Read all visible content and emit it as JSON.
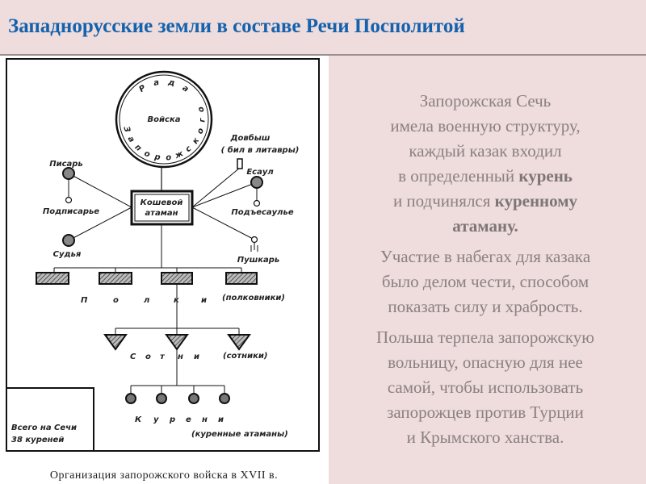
{
  "title": "Западнорусские  земли в составе Речи Посполитой",
  "diagram": {
    "rada": [
      "Р",
      "а",
      "д",
      "а"
    ],
    "voiska": "Войска",
    "zaporozh": [
      "З",
      "а",
      "п",
      "о",
      "р",
      "о",
      "ж",
      "с",
      "к",
      "о",
      "г",
      "о"
    ],
    "koshevoy": [
      "Кошевой",
      "атаман"
    ],
    "pisar": "Писарь",
    "podpisarye": "Подписарье",
    "sudya": "Судья",
    "dovbysh": [
      "Довбыш",
      "( бил в литавры)"
    ],
    "esaul": "Есаул",
    "podesaulye": "Подъесаулье",
    "pushkar": "Пушкарь",
    "polki": [
      "П",
      "о",
      "л",
      "к",
      "и"
    ],
    "polkovniki": "(полковники)",
    "sotni": [
      "С",
      "о",
      "т",
      "н",
      "и"
    ],
    "sotniki": "(сотники)",
    "kureni": [
      "К",
      "у",
      "р",
      "е",
      "н",
      "и"
    ],
    "kurennye": "(куренные атаманы)",
    "total": [
      "Всего на Сечи",
      "38 куреней"
    ],
    "caption": "Организация запорожского войска в XVII в."
  },
  "text": {
    "p1": {
      "l1": "Запорожская Сечь",
      "l2": "имела военную структуру,",
      "l3": "каждый казак входил",
      "l4a": "в определенный ",
      "l4b": "курень",
      "l5a": "и подчинялся ",
      "l5b": "куренному",
      "l6": "атаману."
    },
    "p2": [
      "Участие в набегах для казака",
      "было делом чести, способом",
      "показать силу и храбрость."
    ],
    "p3": [
      "Польша терпела запорожскую",
      "вольницу, опасную для нее",
      "самой, чтобы использовать",
      "запорожцев против Турции",
      "и Крымского ханства."
    ]
  },
  "colors": {
    "title": "#1462ad",
    "background": "#efdcdc",
    "body_text": "#8a8181"
  }
}
